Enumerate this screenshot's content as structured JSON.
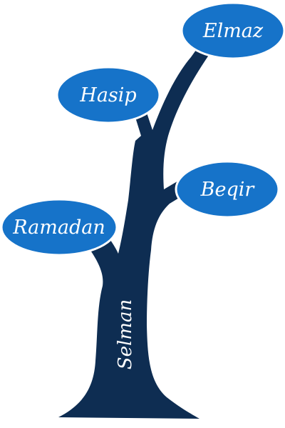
{
  "tree": {
    "root_name": "Selman",
    "branches": [
      {
        "name": "Elmaz"
      },
      {
        "name": "Hasip"
      },
      {
        "name": "Beqir"
      },
      {
        "name": "Ramadan"
      }
    ]
  },
  "colors": {
    "trunk": "#0e2d52",
    "leaf": "#1673c9",
    "leaf_border": "#ffffff",
    "text": "#ffffff"
  }
}
